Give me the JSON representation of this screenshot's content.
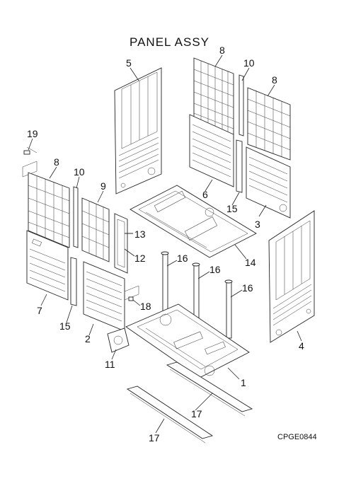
{
  "title": "PANEL ASSY",
  "drawing_code": "CPGE0844",
  "callouts": [
    {
      "id": "c5",
      "label": "5"
    },
    {
      "id": "c8a",
      "label": "8"
    },
    {
      "id": "c10a",
      "label": "10"
    },
    {
      "id": "c8b",
      "label": "8"
    },
    {
      "id": "c19",
      "label": "19"
    },
    {
      "id": "c8c",
      "label": "8"
    },
    {
      "id": "c10b",
      "label": "10"
    },
    {
      "id": "c9",
      "label": "9"
    },
    {
      "id": "c6",
      "label": "6"
    },
    {
      "id": "c15a",
      "label": "15"
    },
    {
      "id": "c3",
      "label": "3"
    },
    {
      "id": "c13",
      "label": "13"
    },
    {
      "id": "c12",
      "label": "12"
    },
    {
      "id": "c14",
      "label": "14"
    },
    {
      "id": "c16a",
      "label": "16"
    },
    {
      "id": "c16b",
      "label": "16"
    },
    {
      "id": "c16c",
      "label": "16"
    },
    {
      "id": "c7",
      "label": "7"
    },
    {
      "id": "c18",
      "label": "18"
    },
    {
      "id": "c15b",
      "label": "15"
    },
    {
      "id": "c2",
      "label": "2"
    },
    {
      "id": "c4",
      "label": "4"
    },
    {
      "id": "c11",
      "label": "11"
    },
    {
      "id": "c1",
      "label": "1"
    },
    {
      "id": "c17a",
      "label": "17"
    },
    {
      "id": "c17b",
      "label": "17"
    }
  ]
}
